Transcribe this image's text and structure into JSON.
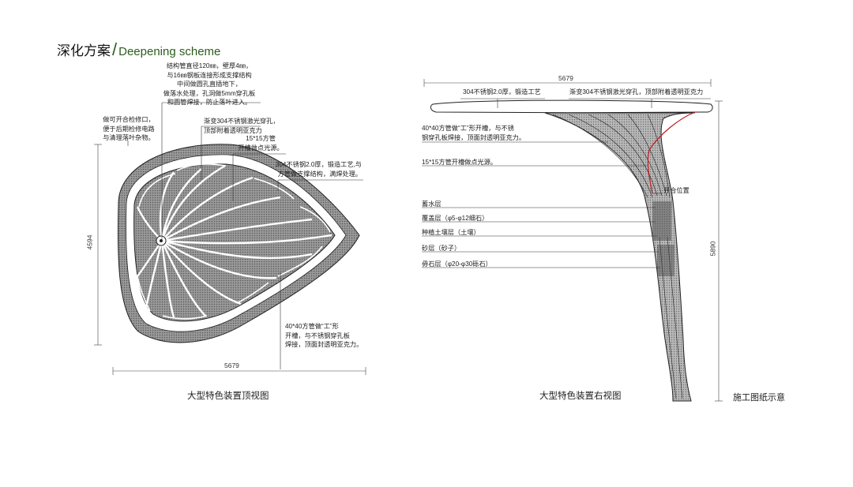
{
  "title": {
    "zh": "深化方案",
    "slash": "/",
    "en": "Deepening scheme"
  },
  "top_view": {
    "caption": "大型特色装置顶视图",
    "dim_width": "5679",
    "dim_height": "4594",
    "notes": {
      "structure": [
        "结构管直径120㎜，壁厚4㎜，",
        "与16㎜钢板连接形成支撑结构",
        "中间做圆孔直插地下，",
        "做落水处理，孔洞做5mm穿孔板",
        "和圆管焊接，防止落叶进入。"
      ],
      "inspection": [
        "做可开合检修口，",
        "便于后期检修电路",
        "与清理落叶杂物。"
      ],
      "gradient": [
        "渐变304不锈钢激光穿孔，",
        "顶部附着透明亚克力"
      ],
      "square_tube": [
        "15*15方管",
        "开槽做点光源。"
      ],
      "steel": [
        "304不锈钢2.0厚，锻造工艺,与",
        "方管做支撑结构，满焊处理。"
      ],
      "i_beam": [
        "40*40方管做“工”形",
        "开槽，与不锈钢穿孔板",
        "焊接，顶面封透明亚克力。"
      ]
    }
  },
  "side_view": {
    "caption": "大型特色装置右视图",
    "dim_width": "5679",
    "dim_height": "5890",
    "notes": {
      "steel": "304不锈钢2.0厚，锻造工艺",
      "gradient": "渐变304不锈钢激光穿孔，顶部附着透明亚克力",
      "i_beam": [
        "40*40方管做“工”形开槽，与不锈",
        "钢穿孔板焊接，顶面封透明亚克力。"
      ],
      "light": "15*15方管开槽做点光源。",
      "open_position": "开合位置"
    },
    "layers": [
      "蓄水层",
      "覆盖层（φ5-φ12细石）",
      "种植土壤层（土壤）",
      "砂层（砂子）",
      "毋石层（φ20-φ30砾石）"
    ]
  },
  "footer_note": "施工图纸示意",
  "colors": {
    "accent_green": "#2b5d1b",
    "red_line": "#c0181c",
    "hatch": "#7a7a7a"
  }
}
